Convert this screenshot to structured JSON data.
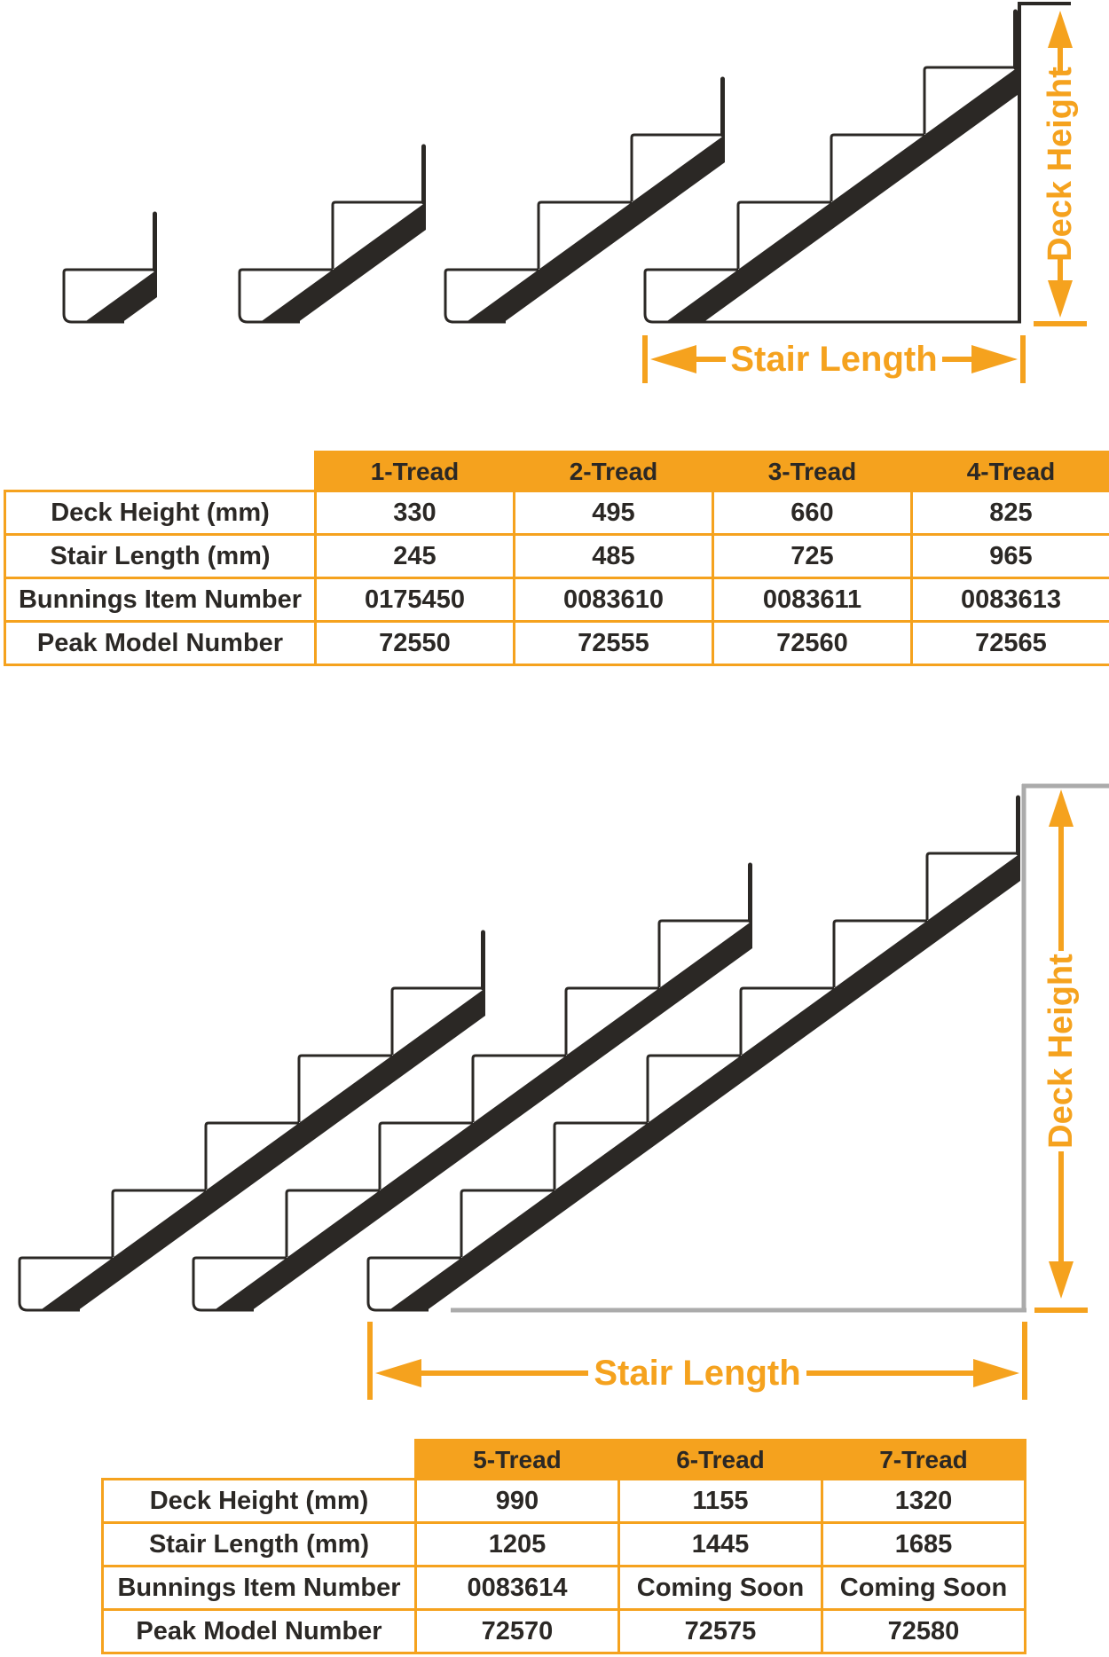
{
  "colors": {
    "accent_orange": "#F5A21E",
    "ink_black": "#2B2825",
    "line_gray": "#ABABAB",
    "cell_background": "#FFFFFF"
  },
  "diagrams": {
    "top": {
      "name": "stair-stringer-profiles-1-to-4-tread",
      "deck_height_label": "Deck Height",
      "stair_length_label": "Stair Length",
      "stair_tread_counts": [
        1,
        2,
        3,
        4
      ]
    },
    "bottom": {
      "name": "stair-stringer-profiles-5-to-7-tread",
      "deck_height_label": "Deck Height",
      "stair_length_label": "Stair Length",
      "stair_tread_counts": [
        5,
        6,
        7
      ]
    }
  },
  "tables": {
    "upper": {
      "column_headers": [
        "1-Tread",
        "2-Tread",
        "3-Tread",
        "4-Tread"
      ],
      "rows": [
        {
          "label": "Deck Height (mm)",
          "values": [
            "330",
            "495",
            "660",
            "825"
          ]
        },
        {
          "label": "Stair Length (mm)",
          "values": [
            "245",
            "485",
            "725",
            "965"
          ]
        },
        {
          "label": "Bunnings Item Number",
          "values": [
            "0175450",
            "0083610",
            "0083611",
            "0083613"
          ]
        },
        {
          "label": "Peak Model Number",
          "values": [
            "72550",
            "72555",
            "72560",
            "72565"
          ]
        }
      ]
    },
    "lower": {
      "column_headers": [
        "5-Tread",
        "6-Tread",
        "7-Tread"
      ],
      "rows": [
        {
          "label": "Deck Height (mm)",
          "values": [
            "990",
            "1155",
            "1320"
          ]
        },
        {
          "label": "Stair Length (mm)",
          "values": [
            "1205",
            "1445",
            "1685"
          ]
        },
        {
          "label": "Bunnings Item Number",
          "values": [
            "0083614",
            "Coming Soon",
            "Coming Soon"
          ]
        },
        {
          "label": "Peak Model Number",
          "values": [
            "72570",
            "72575",
            "72580"
          ]
        }
      ]
    }
  }
}
